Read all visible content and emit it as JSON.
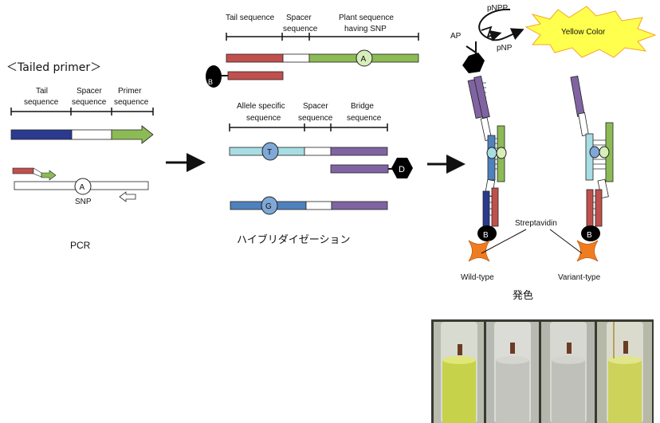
{
  "pcr": {
    "title": "＜Tailed primer＞",
    "tail_label_1": "Tail",
    "tail_label_2": "sequence",
    "spacer_label_1": "Spacer",
    "spacer_label_2": "sequence",
    "primer_label_1": "Primer",
    "primer_label_2": "sequence",
    "allele_A": "A",
    "snp_label": "SNP",
    "step_label": "PCR"
  },
  "hybrid": {
    "tail_seq_label": "Tail sequence",
    "spacer_label_1": "Spacer",
    "spacer_label_2": "sequence",
    "plant_label_1": "Plant sequence",
    "plant_label_2": "having SNP",
    "allele_A": "A",
    "biotin": "B",
    "allele_spec_1": "Allele specific",
    "allele_spec_2": "sequence",
    "spacer2_label_1": "Spacer",
    "spacer2_label_2": "sequence",
    "bridge_label_1": "Bridge",
    "bridge_label_2": "sequence",
    "allele_T": "T",
    "allele_G": "G",
    "dye": "D",
    "step_label": "ハイブリダイゼーション"
  },
  "detect": {
    "pnpp": "pNPP",
    "ap": "AP",
    "pnp": "pNP",
    "yellow_color": "Yellow Color",
    "streptavidin": "Streptavidin",
    "biotin": "B",
    "wild_type": "Wild-type",
    "variant_type": "Variant-type",
    "step_label": "発色"
  },
  "colors": {
    "red": "#c0504d",
    "green": "#8cbb55",
    "navy": "#2b3a8f",
    "purple": "#8064a2",
    "lightblue": "#a8dde4",
    "blue": "#4f81bd",
    "orange": "#f07c22",
    "yellow": "#ffff4d"
  }
}
